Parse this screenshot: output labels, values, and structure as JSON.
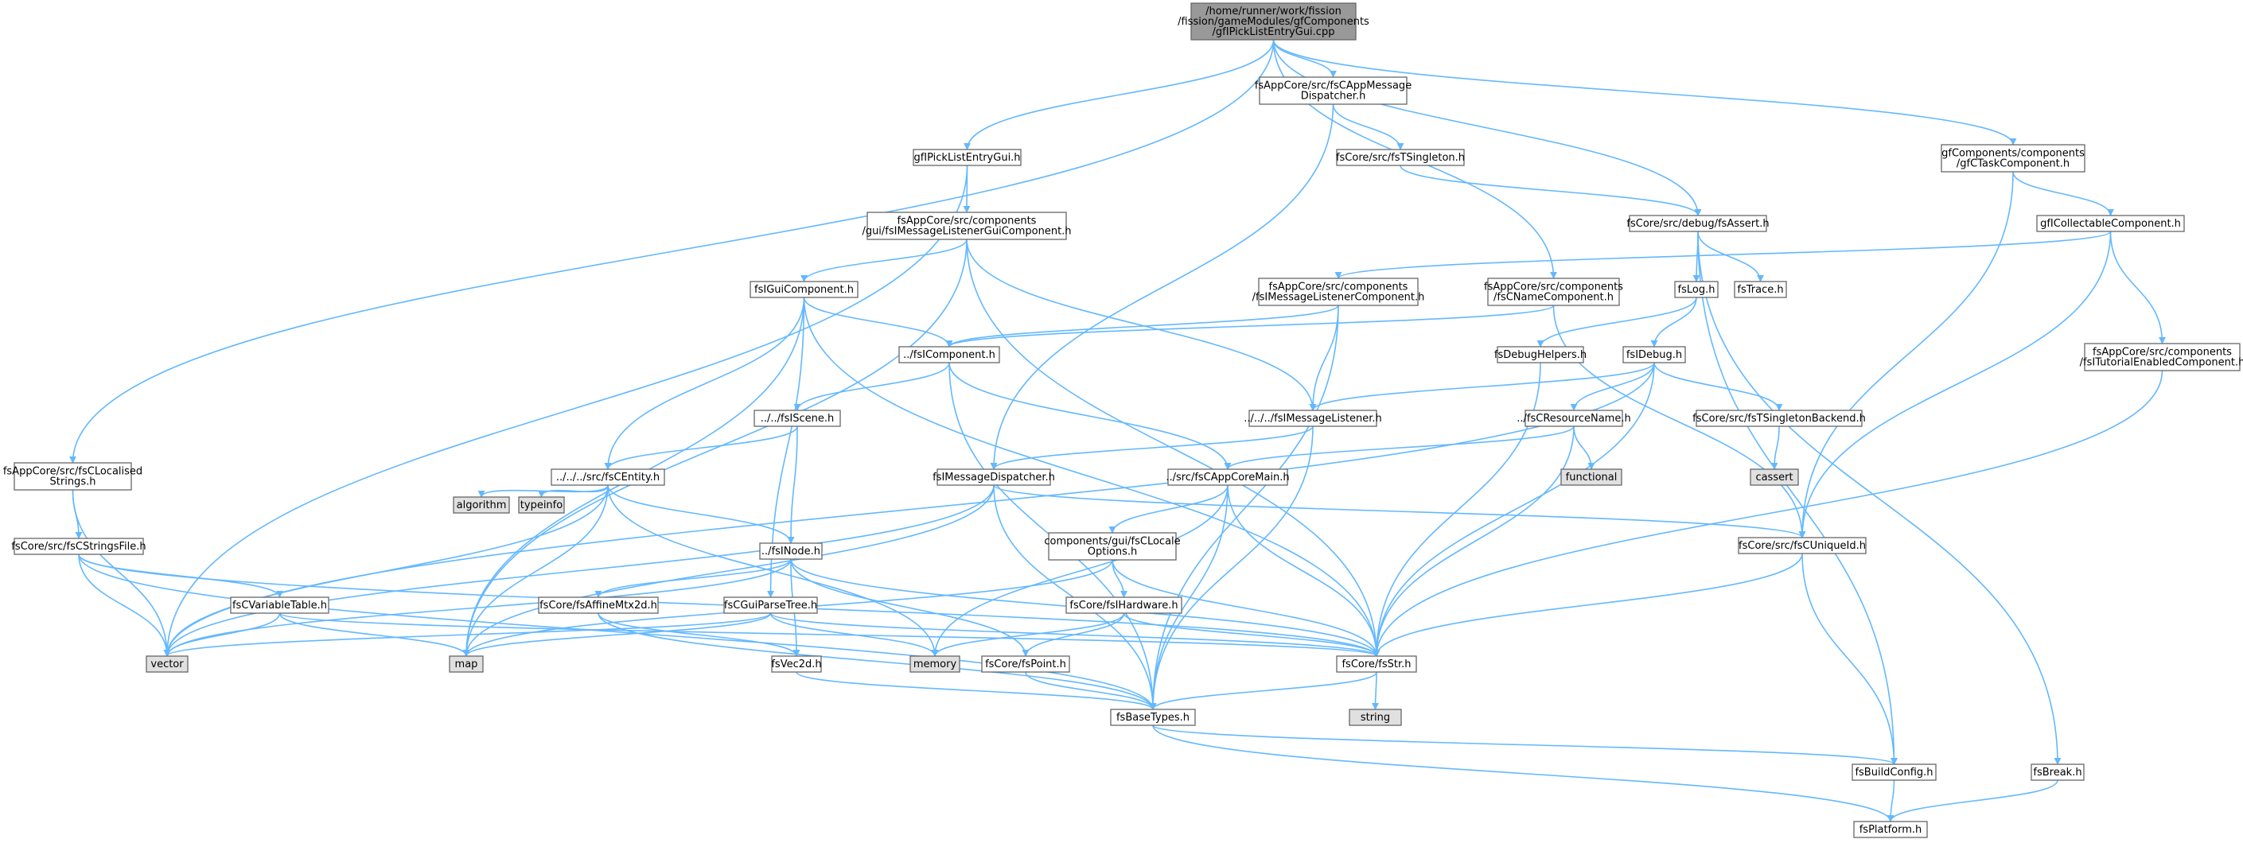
{
  "colors": {
    "edge": "#63b8ff",
    "node_fill": "#ffffff",
    "system_fill": "#e0e0e0",
    "root_fill": "#999999",
    "border": "#666666"
  },
  "nodes": [
    {
      "id": "root",
      "lines": [
        "/home/runner/work/fission",
        "/fission/gameModules/gfComponents",
        "/gfIPickListEntryGui.cpp"
      ],
      "kind": "root"
    },
    {
      "id": "localisedStrings",
      "lines": [
        "fsAppCore/src/fsCLocalised",
        "Strings.h"
      ],
      "kind": "file"
    },
    {
      "id": "stringsFile",
      "lines": [
        "fsCore/src/fsCStringsFile.h"
      ],
      "kind": "file"
    },
    {
      "id": "pickListEntryGuiH",
      "lines": [
        "gfIPickListEntryGui.h"
      ],
      "kind": "file"
    },
    {
      "id": "msgListenerGuiComp",
      "lines": [
        "fsAppCore/src/components",
        "/gui/fsIMessageListenerGuiComponent.h"
      ],
      "kind": "file"
    },
    {
      "id": "guiComponent",
      "lines": [
        "fsIGuiComponent.h"
      ],
      "kind": "file"
    },
    {
      "id": "appMsgDispatcher",
      "lines": [
        "fsAppCore/src/fsCAppMessage",
        "Dispatcher.h"
      ],
      "kind": "file"
    },
    {
      "id": "tSingleton",
      "lines": [
        "fsCore/src/fsTSingleton.h"
      ],
      "kind": "file"
    },
    {
      "id": "fsAssert",
      "lines": [
        "fsCore/src/debug/fsAssert.h"
      ],
      "kind": "file"
    },
    {
      "id": "taskComponent",
      "lines": [
        "gfComponents/components",
        "/gfCTaskComponent.h"
      ],
      "kind": "file"
    },
    {
      "id": "collectable",
      "lines": [
        "gfICollectableComponent.h"
      ],
      "kind": "file"
    },
    {
      "id": "msgListenerComp",
      "lines": [
        "fsAppCore/src/components",
        "/fsIMessageListenerComponent.h"
      ],
      "kind": "file"
    },
    {
      "id": "nameComponent",
      "lines": [
        "fsAppCore/src/components",
        "/fsCNameComponent.h"
      ],
      "kind": "file"
    },
    {
      "id": "fsLog",
      "lines": [
        "fsLog.h"
      ],
      "kind": "file"
    },
    {
      "id": "fsTrace",
      "lines": [
        "fsTrace.h"
      ],
      "kind": "file"
    },
    {
      "id": "tutorialEnabled",
      "lines": [
        "fsAppCore/src/components",
        "/fsITutorialEnabledComponent.h"
      ],
      "kind": "file"
    },
    {
      "id": "component",
      "lines": [
        "../fsIComponent.h"
      ],
      "kind": "file"
    },
    {
      "id": "debugHelpers",
      "lines": [
        "fsDebugHelpers.h"
      ],
      "kind": "file"
    },
    {
      "id": "fsIDebug",
      "lines": [
        "fsIDebug.h"
      ],
      "kind": "file"
    },
    {
      "id": "scene",
      "lines": [
        "../../fsIScene.h"
      ],
      "kind": "file"
    },
    {
      "id": "msgListener",
      "lines": [
        "../../../fsIMessageListener.h"
      ],
      "kind": "file"
    },
    {
      "id": "resourceName",
      "lines": [
        "../fsCResourceName.h"
      ],
      "kind": "file"
    },
    {
      "id": "singletonBackend",
      "lines": [
        "fsCore/src/fsTSingletonBackend.h"
      ],
      "kind": "file"
    },
    {
      "id": "functional",
      "lines": [
        "functional"
      ],
      "kind": "system"
    },
    {
      "id": "cassert",
      "lines": [
        "cassert"
      ],
      "kind": "system"
    },
    {
      "id": "entity",
      "lines": [
        "../../../src/fsCEntity.h"
      ],
      "kind": "file"
    },
    {
      "id": "msgDispatcher",
      "lines": [
        "fsIMessageDispatcher.h"
      ],
      "kind": "file"
    },
    {
      "id": "appCoreMain",
      "lines": [
        "../src/fsCAppCoreMain.h"
      ],
      "kind": "file"
    },
    {
      "id": "typeinfo",
      "lines": [
        "typeinfo"
      ],
      "kind": "system"
    },
    {
      "id": "algorithm",
      "lines": [
        "algorithm"
      ],
      "kind": "system"
    },
    {
      "id": "localeOptions",
      "lines": [
        "components/gui/fsCLocale",
        "Options.h"
      ],
      "kind": "file"
    },
    {
      "id": "uniqueId",
      "lines": [
        "fsCore/src/fsCUniqueId.h"
      ],
      "kind": "file"
    },
    {
      "id": "node",
      "lines": [
        "../fsINode.h"
      ],
      "kind": "file"
    },
    {
      "id": "variableTable",
      "lines": [
        "fsCVariableTable.h"
      ],
      "kind": "file"
    },
    {
      "id": "affineMtx",
      "lines": [
        "fsCore/fsAffineMtx2d.h"
      ],
      "kind": "file"
    },
    {
      "id": "guiParseTree",
      "lines": [
        "fsCGuiParseTree.h"
      ],
      "kind": "file"
    },
    {
      "id": "hardware",
      "lines": [
        "fsCore/fsIHardware.h"
      ],
      "kind": "file"
    },
    {
      "id": "vector",
      "lines": [
        "vector"
      ],
      "kind": "system"
    },
    {
      "id": "map",
      "lines": [
        "map"
      ],
      "kind": "system"
    },
    {
      "id": "memory",
      "lines": [
        "memory"
      ],
      "kind": "system"
    },
    {
      "id": "vec2d",
      "lines": [
        "fsVec2d.h"
      ],
      "kind": "file"
    },
    {
      "id": "point",
      "lines": [
        "fsCore/fsPoint.h"
      ],
      "kind": "file"
    },
    {
      "id": "str",
      "lines": [
        "fsCore/fsStr.h"
      ],
      "kind": "file"
    },
    {
      "id": "string",
      "lines": [
        "string"
      ],
      "kind": "system"
    },
    {
      "id": "baseTypes",
      "lines": [
        "fsBaseTypes.h"
      ],
      "kind": "file"
    },
    {
      "id": "buildConfig",
      "lines": [
        "fsBuildConfig.h"
      ],
      "kind": "file"
    },
    {
      "id": "fsBreak",
      "lines": [
        "fsBreak.h"
      ],
      "kind": "file"
    },
    {
      "id": "platform",
      "lines": [
        "fsPlatform.h"
      ],
      "kind": "file"
    }
  ],
  "edges": [
    [
      "root",
      "localisedStrings"
    ],
    [
      "root",
      "pickListEntryGuiH"
    ],
    [
      "root",
      "appMsgDispatcher"
    ],
    [
      "root",
      "nameComponent"
    ],
    [
      "root",
      "fsAssert"
    ],
    [
      "root",
      "taskComponent"
    ],
    [
      "localisedStrings",
      "stringsFile"
    ],
    [
      "localisedStrings",
      "vector"
    ],
    [
      "stringsFile",
      "variableTable"
    ],
    [
      "stringsFile",
      "vector"
    ],
    [
      "stringsFile",
      "str"
    ],
    [
      "stringsFile",
      "baseTypes"
    ],
    [
      "pickListEntryGuiH",
      "msgListenerGuiComp"
    ],
    [
      "pickListEntryGuiH",
      "vector"
    ],
    [
      "msgListenerGuiComp",
      "guiComponent"
    ],
    [
      "msgListenerGuiComp",
      "msgListener"
    ],
    [
      "msgListenerGuiComp",
      "map"
    ],
    [
      "msgListenerGuiComp",
      "str"
    ],
    [
      "guiComponent",
      "component"
    ],
    [
      "guiComponent",
      "entity"
    ],
    [
      "guiComponent",
      "guiParseTree"
    ],
    [
      "guiComponent",
      "map"
    ],
    [
      "guiComponent",
      "str"
    ],
    [
      "appMsgDispatcher",
      "tSingleton"
    ],
    [
      "appMsgDispatcher",
      "msgDispatcher"
    ],
    [
      "tSingleton",
      "fsAssert"
    ],
    [
      "fsAssert",
      "fsLog"
    ],
    [
      "fsAssert",
      "fsTrace"
    ],
    [
      "fsAssert",
      "buildConfig"
    ],
    [
      "fsAssert",
      "fsBreak"
    ],
    [
      "taskComponent",
      "collectable"
    ],
    [
      "taskComponent",
      "uniqueId"
    ],
    [
      "collectable",
      "msgListenerComp"
    ],
    [
      "collectable",
      "tutorialEnabled"
    ],
    [
      "collectable",
      "uniqueId"
    ],
    [
      "msgListenerComp",
      "component"
    ],
    [
      "msgListenerComp",
      "msgListener"
    ],
    [
      "msgListenerComp",
      "baseTypes"
    ],
    [
      "nameComponent",
      "component"
    ],
    [
      "nameComponent",
      "uniqueId"
    ],
    [
      "fsLog",
      "fsIDebug"
    ],
    [
      "fsLog",
      "debugHelpers"
    ],
    [
      "tutorialEnabled",
      "str"
    ],
    [
      "component",
      "scene"
    ],
    [
      "component",
      "appCoreMain"
    ],
    [
      "component",
      "baseTypes"
    ],
    [
      "debugHelpers",
      "str"
    ],
    [
      "fsIDebug",
      "msgListener"
    ],
    [
      "fsIDebug",
      "resourceName"
    ],
    [
      "fsIDebug",
      "singletonBackend"
    ],
    [
      "fsIDebug",
      "str"
    ],
    [
      "fsIDebug",
      "vector"
    ],
    [
      "scene",
      "entity"
    ],
    [
      "scene",
      "node"
    ],
    [
      "msgListener",
      "msgDispatcher"
    ],
    [
      "msgListener",
      "baseTypes"
    ],
    [
      "resourceName",
      "functional"
    ],
    [
      "resourceName",
      "appCoreMain"
    ],
    [
      "resourceName",
      "str"
    ],
    [
      "singletonBackend",
      "cassert"
    ],
    [
      "entity",
      "typeinfo"
    ],
    [
      "entity",
      "algorithm"
    ],
    [
      "entity",
      "node"
    ],
    [
      "entity",
      "vector"
    ],
    [
      "entity",
      "map"
    ],
    [
      "entity",
      "memory"
    ],
    [
      "msgDispatcher",
      "uniqueId"
    ],
    [
      "msgDispatcher",
      "vector"
    ],
    [
      "msgDispatcher",
      "map"
    ],
    [
      "msgDispatcher",
      "baseTypes"
    ],
    [
      "appCoreMain",
      "localeOptions"
    ],
    [
      "appCoreMain",
      "memory"
    ],
    [
      "appCoreMain",
      "str"
    ],
    [
      "appCoreMain",
      "baseTypes"
    ],
    [
      "localeOptions",
      "hardware"
    ],
    [
      "localeOptions",
      "map"
    ],
    [
      "localeOptions",
      "str"
    ],
    [
      "uniqueId",
      "str"
    ],
    [
      "uniqueId",
      "buildConfig"
    ],
    [
      "node",
      "affineMtx"
    ],
    [
      "node",
      "vec2d"
    ],
    [
      "node",
      "point"
    ],
    [
      "node",
      "str"
    ],
    [
      "node",
      "vector"
    ],
    [
      "variableTable",
      "vector"
    ],
    [
      "variableTable",
      "map"
    ],
    [
      "variableTable",
      "str"
    ],
    [
      "affineMtx",
      "vec2d"
    ],
    [
      "affineMtx",
      "baseTypes"
    ],
    [
      "guiParseTree",
      "vector"
    ],
    [
      "guiParseTree",
      "map"
    ],
    [
      "guiParseTree",
      "memory"
    ],
    [
      "guiParseTree",
      "str"
    ],
    [
      "hardware",
      "memory"
    ],
    [
      "hardware",
      "point"
    ],
    [
      "hardware",
      "str"
    ],
    [
      "vec2d",
      "baseTypes"
    ],
    [
      "point",
      "baseTypes"
    ],
    [
      "str",
      "string"
    ],
    [
      "str",
      "baseTypes"
    ],
    [
      "baseTypes",
      "buildConfig"
    ],
    [
      "baseTypes",
      "platform"
    ],
    [
      "buildConfig",
      "platform"
    ],
    [
      "fsBreak",
      "platform"
    ]
  ]
}
